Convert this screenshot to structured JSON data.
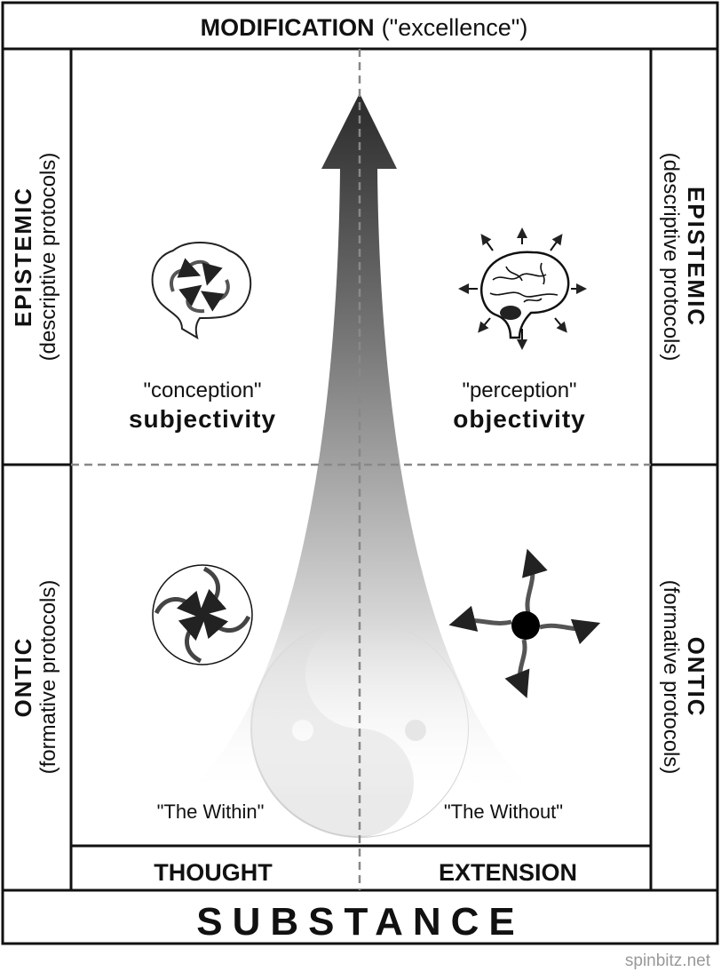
{
  "top": {
    "bold": "MODIFICATION",
    "normal": "(\"excellence\")"
  },
  "left_upper": {
    "bold": "EPISTEMIC",
    "normal": "(descriptive protocols)"
  },
  "left_lower": {
    "bold": "ONTIC",
    "normal": "(formative protocols)"
  },
  "right_upper": {
    "bold": "EPISTEMIC",
    "normal": "(descriptive protocols)"
  },
  "right_lower": {
    "bold": "ONTIC",
    "normal": "(formative protocols)"
  },
  "quadrants": {
    "upper_left": {
      "quote": "\"conception\"",
      "bold": "subjectivity"
    },
    "upper_right": {
      "quote": "\"perception\"",
      "bold": "objectivity"
    },
    "lower_left": {
      "quote": "\"The Within\""
    },
    "lower_right": {
      "quote": "\"The Without\""
    }
  },
  "bottom": {
    "left": "THOUGHT",
    "right": "EXTENSION",
    "base": "SUBSTANCE"
  },
  "watermark": "spinbitz.net"
}
